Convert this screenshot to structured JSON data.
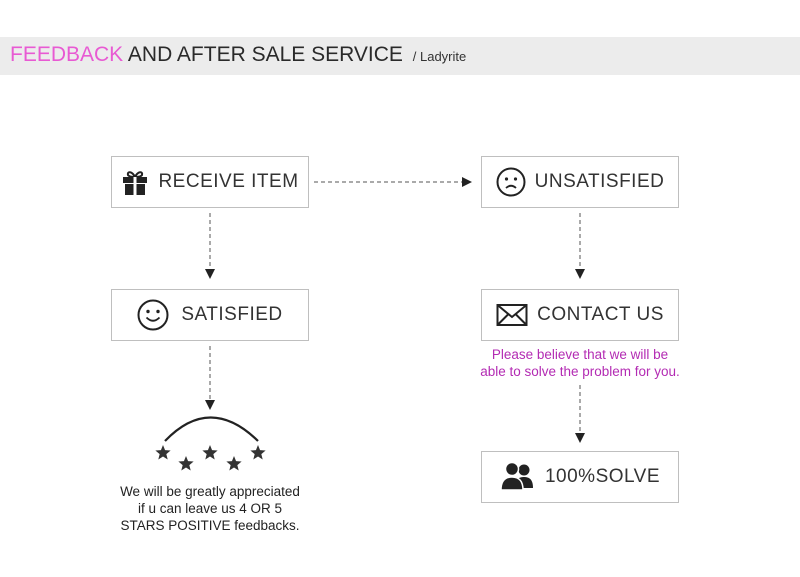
{
  "header": {
    "title_accent": "FEEDBACK",
    "title_rest": "AND AFTER SALE SERVICE",
    "title_sub": "/ Ladyrite"
  },
  "nodes": {
    "receive": {
      "label": "RECEIVE ITEM",
      "icon": "gift-icon"
    },
    "unsatisfied": {
      "label": "UNSATISFIED",
      "icon": "sad-face-icon"
    },
    "satisfied": {
      "label": "SATISFIED",
      "icon": "smiley-face-icon"
    },
    "contact": {
      "label": "CONTACT US",
      "icon": "envelope-icon"
    },
    "solve": {
      "label": "100%SOLVE",
      "icon": "users-icon"
    }
  },
  "notes": {
    "contact_line1": "Please believe that we will be",
    "contact_line2": "able to solve the problem for you.",
    "stars_line1": "We will be greatly appreciated",
    "stars_line2": "if u can leave us 4 OR 5",
    "stars_line3": "STARS POSITIVE feedbacks."
  },
  "rating": {
    "stars": 5,
    "icon": "star-icon"
  },
  "colors": {
    "accent": "#e85ad3",
    "note_text": "#b32bb3",
    "border": "#bfbfbf",
    "arrow": "#555555"
  },
  "edges": [
    {
      "from": "receive",
      "to": "unsatisfied"
    },
    {
      "from": "receive",
      "to": "satisfied"
    },
    {
      "from": "unsatisfied",
      "to": "contact"
    },
    {
      "from": "satisfied",
      "to": "rating"
    },
    {
      "from": "contact",
      "to": "solve"
    }
  ]
}
